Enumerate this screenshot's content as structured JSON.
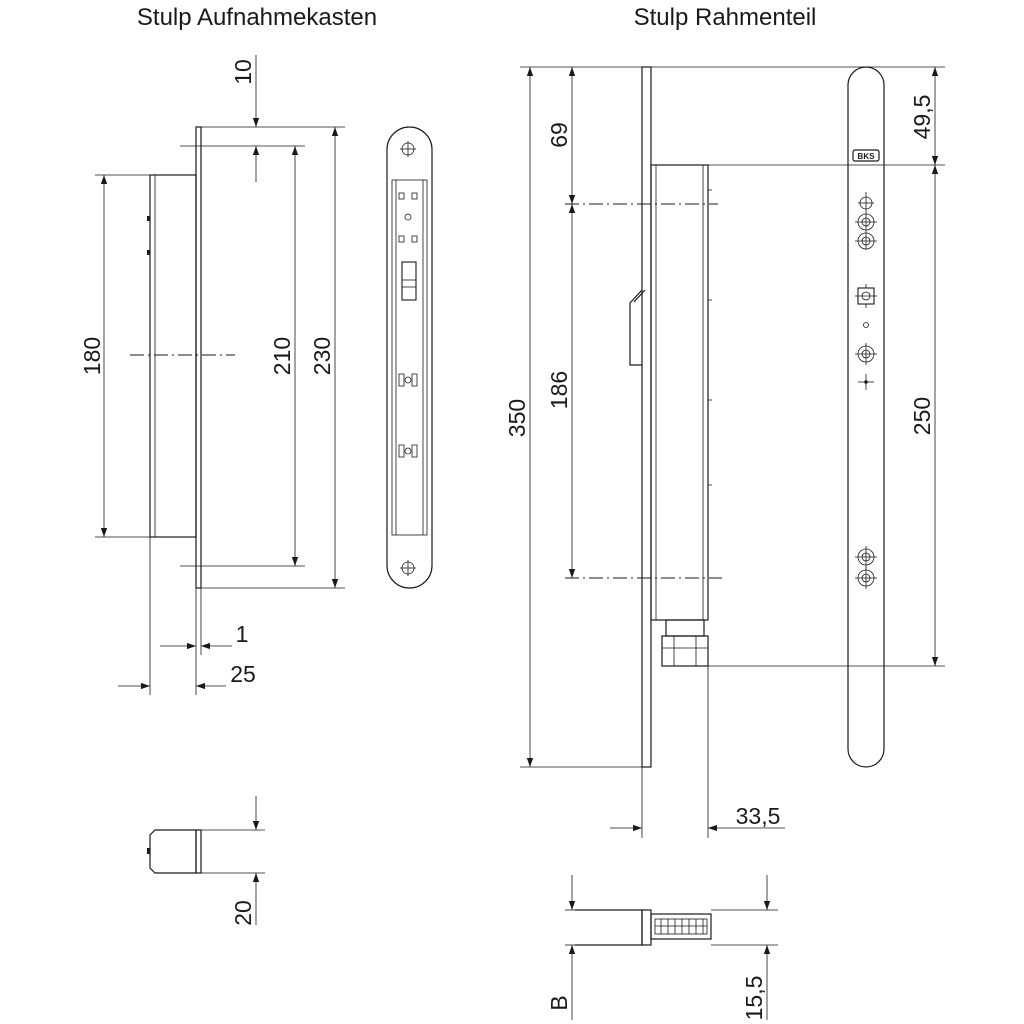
{
  "titles": {
    "left": "Stulp Aufnahmekasten",
    "right": "Stulp Rahmenteil"
  },
  "dimensions": {
    "left": {
      "d10": "10",
      "d180": "180",
      "d210": "210",
      "d230": "230",
      "d1": "1",
      "d25": "25",
      "d20": "20"
    },
    "right": {
      "d350": "350",
      "d69": "69",
      "d186": "186",
      "d49_5": "49,5",
      "d250": "250",
      "d33_5": "33,5",
      "d15_5": "15,5",
      "dB": "B"
    }
  },
  "logo_text": "BKS"
}
